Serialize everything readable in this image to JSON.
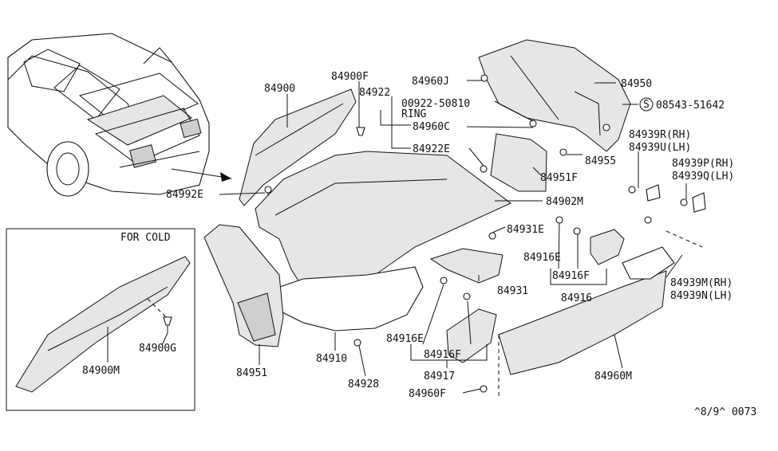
{
  "inset": {
    "title": "FOR COLD"
  },
  "labels": {
    "p84900": "84900",
    "p84900F": "84900F",
    "p84922": "84922",
    "p00922": "00922-50810",
    "ring": "RING",
    "p84960C": "84960C",
    "p84922E": "84922E",
    "p84960J": "84960J",
    "p84950": "84950",
    "p08543": "08543-51642",
    "circleS": "S",
    "p84955": "84955",
    "p84951F": "84951F",
    "p84939R": "84939R(RH)",
    "p84939U": "84939U(LH)",
    "p84939P": "84939P(RH)",
    "p84939Q": "84939Q(LH)",
    "p84902M": "84902M",
    "p84992E": "84992E",
    "p84931E": "84931E",
    "p84916E_a": "84916E",
    "p84916F_a": "84916F",
    "p84916": "84916",
    "p84931": "84931",
    "p84939M": "84939M(RH)",
    "p84939N": "84939N(LH)",
    "p84916E_b": "84916E",
    "p84916F_b": "84916F",
    "p84917": "84917",
    "p84910": "84910",
    "p84951": "84951",
    "p84928": "84928",
    "p84960M": "84960M",
    "p84960F": "84960F",
    "p84900G": "84900G",
    "p84900M": "84900M",
    "code": "^8/9^ 0073"
  }
}
